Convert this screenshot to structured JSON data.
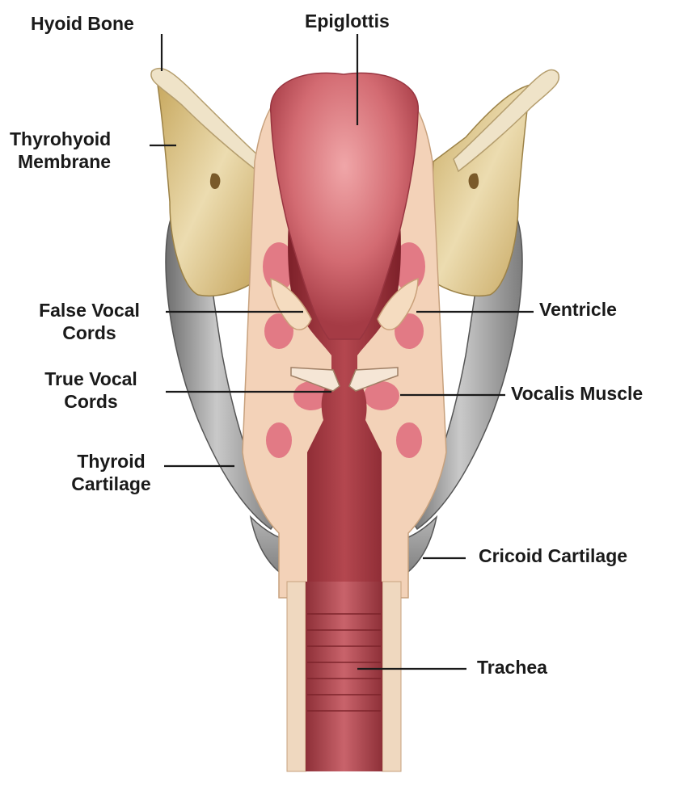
{
  "labels": {
    "hyoid_bone": "Hyoid Bone",
    "epiglottis": "Epiglottis",
    "thyrohyoid_membrane": [
      "Thyrohyoid",
      "Membrane"
    ],
    "false_vocal_cords": [
      "False Vocal",
      "Cords"
    ],
    "ventricle": "Ventricle",
    "true_vocal_cords": [
      "True Vocal",
      "Cords"
    ],
    "vocalis_muscle": "Vocalis Muscle",
    "thyroid_cartilage": [
      "Thyroid",
      "Cartilage"
    ],
    "cricoid_cartilage": "Cricoid Cartilage",
    "trachea": "Trachea"
  },
  "colors": {
    "label_text": "#1a1a1a",
    "leader_line": "#1a1a1a",
    "mucosa": "#b5454f",
    "lumen": "#8e2a33",
    "cartilage_yellow": "#d9c38a",
    "thyroid_gray": "#9c9c9c",
    "bone": "#efe3c8",
    "muscle_pink": "#e0707c"
  }
}
